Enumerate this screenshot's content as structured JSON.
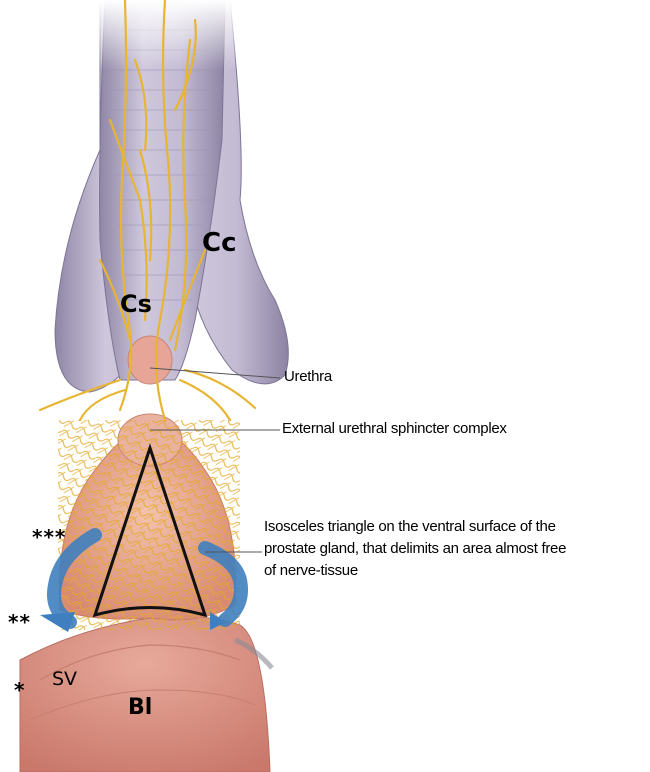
{
  "labels": {
    "cc": "Cc",
    "cs": "Cs",
    "bl": "Bl",
    "sv": "SV",
    "urethra": "Urethra",
    "sphincter": "External urethral sphincter complex",
    "triangle_line1": "Isosceles triangle on the ventral surface of the",
    "triangle_line2": "prostate  gland, that delimits an area  almost free",
    "triangle_line3": "of nerve-tissue",
    "stars_three": "***",
    "stars_two": "**",
    "stars_one": "*"
  },
  "colors": {
    "corpus": "#b9b1c8",
    "nerve": "#e8b533",
    "bladder": "#d98f80",
    "prostate": "#e9a98c",
    "arrow": "#3f7fbf",
    "triangle": "#111111"
  }
}
